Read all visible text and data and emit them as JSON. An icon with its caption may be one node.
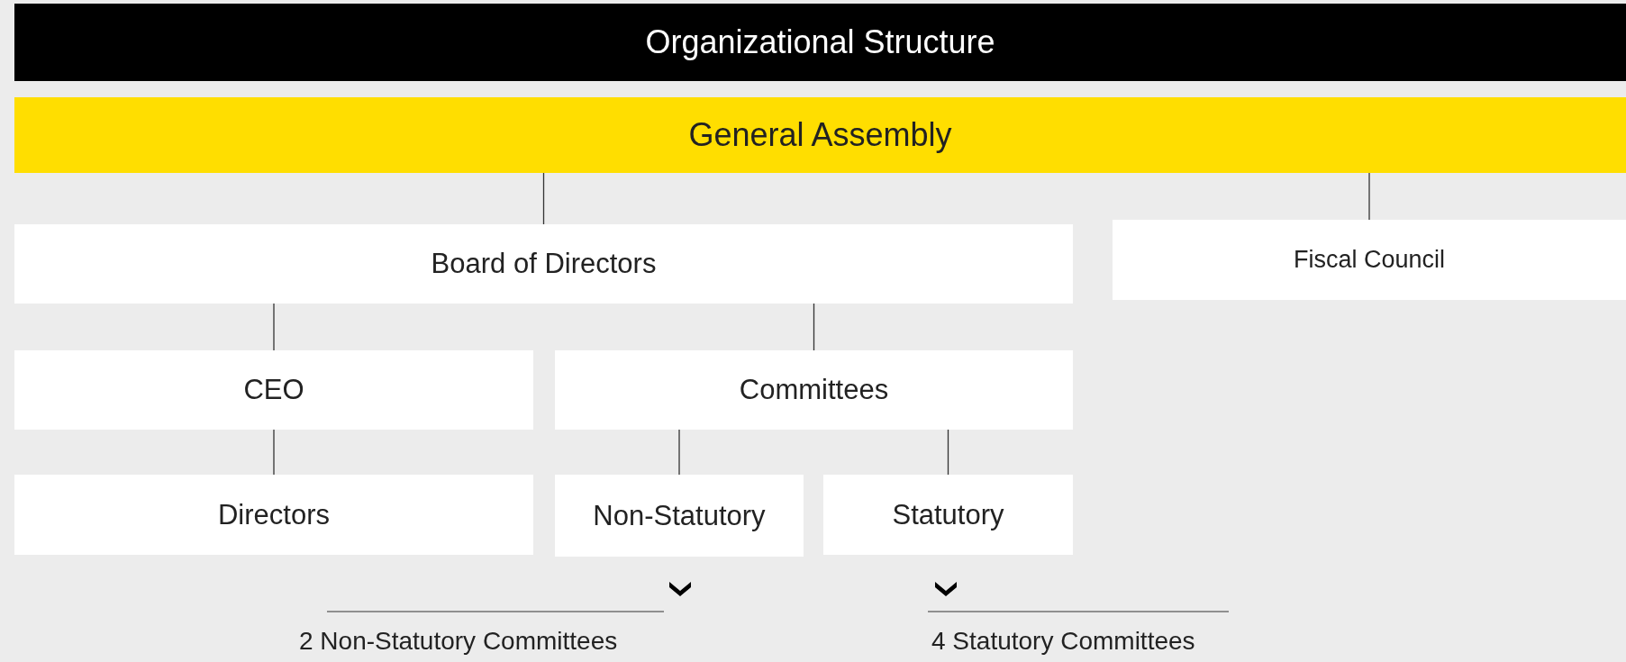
{
  "diagram": {
    "title": "Organizational Structure",
    "nodes": [
      {
        "text": [
          "General Assembly"
        ]
      },
      {
        "text": [
          "Board of Directors"
        ]
      },
      {
        "text": [
          "Fiscal Council"
        ]
      },
      {
        "text": [
          "CEO"
        ]
      },
      {
        "text": [
          "Committees"
        ]
      },
      {
        "text": [
          "Directors"
        ]
      },
      {
        "text": [
          "Non-Statutory"
        ]
      },
      {
        "text": [
          "Statutory"
        ]
      }
    ],
    "edges": [
      {
        "from": 0,
        "to": 1,
        "arrow": "none"
      },
      {
        "from": 0,
        "to": 2,
        "arrow": "none"
      },
      {
        "from": 1,
        "to": 3,
        "arrow": "none"
      },
      {
        "from": 1,
        "to": 4,
        "arrow": "none"
      },
      {
        "from": 3,
        "to": 5,
        "arrow": "none"
      },
      {
        "from": 4,
        "to": 6,
        "arrow": "none"
      },
      {
        "from": 4,
        "to": 7,
        "arrow": "none"
      }
    ],
    "labels": [
      "2 Non-Statutory Committees",
      "4 Statutory Committees"
    ]
  }
}
